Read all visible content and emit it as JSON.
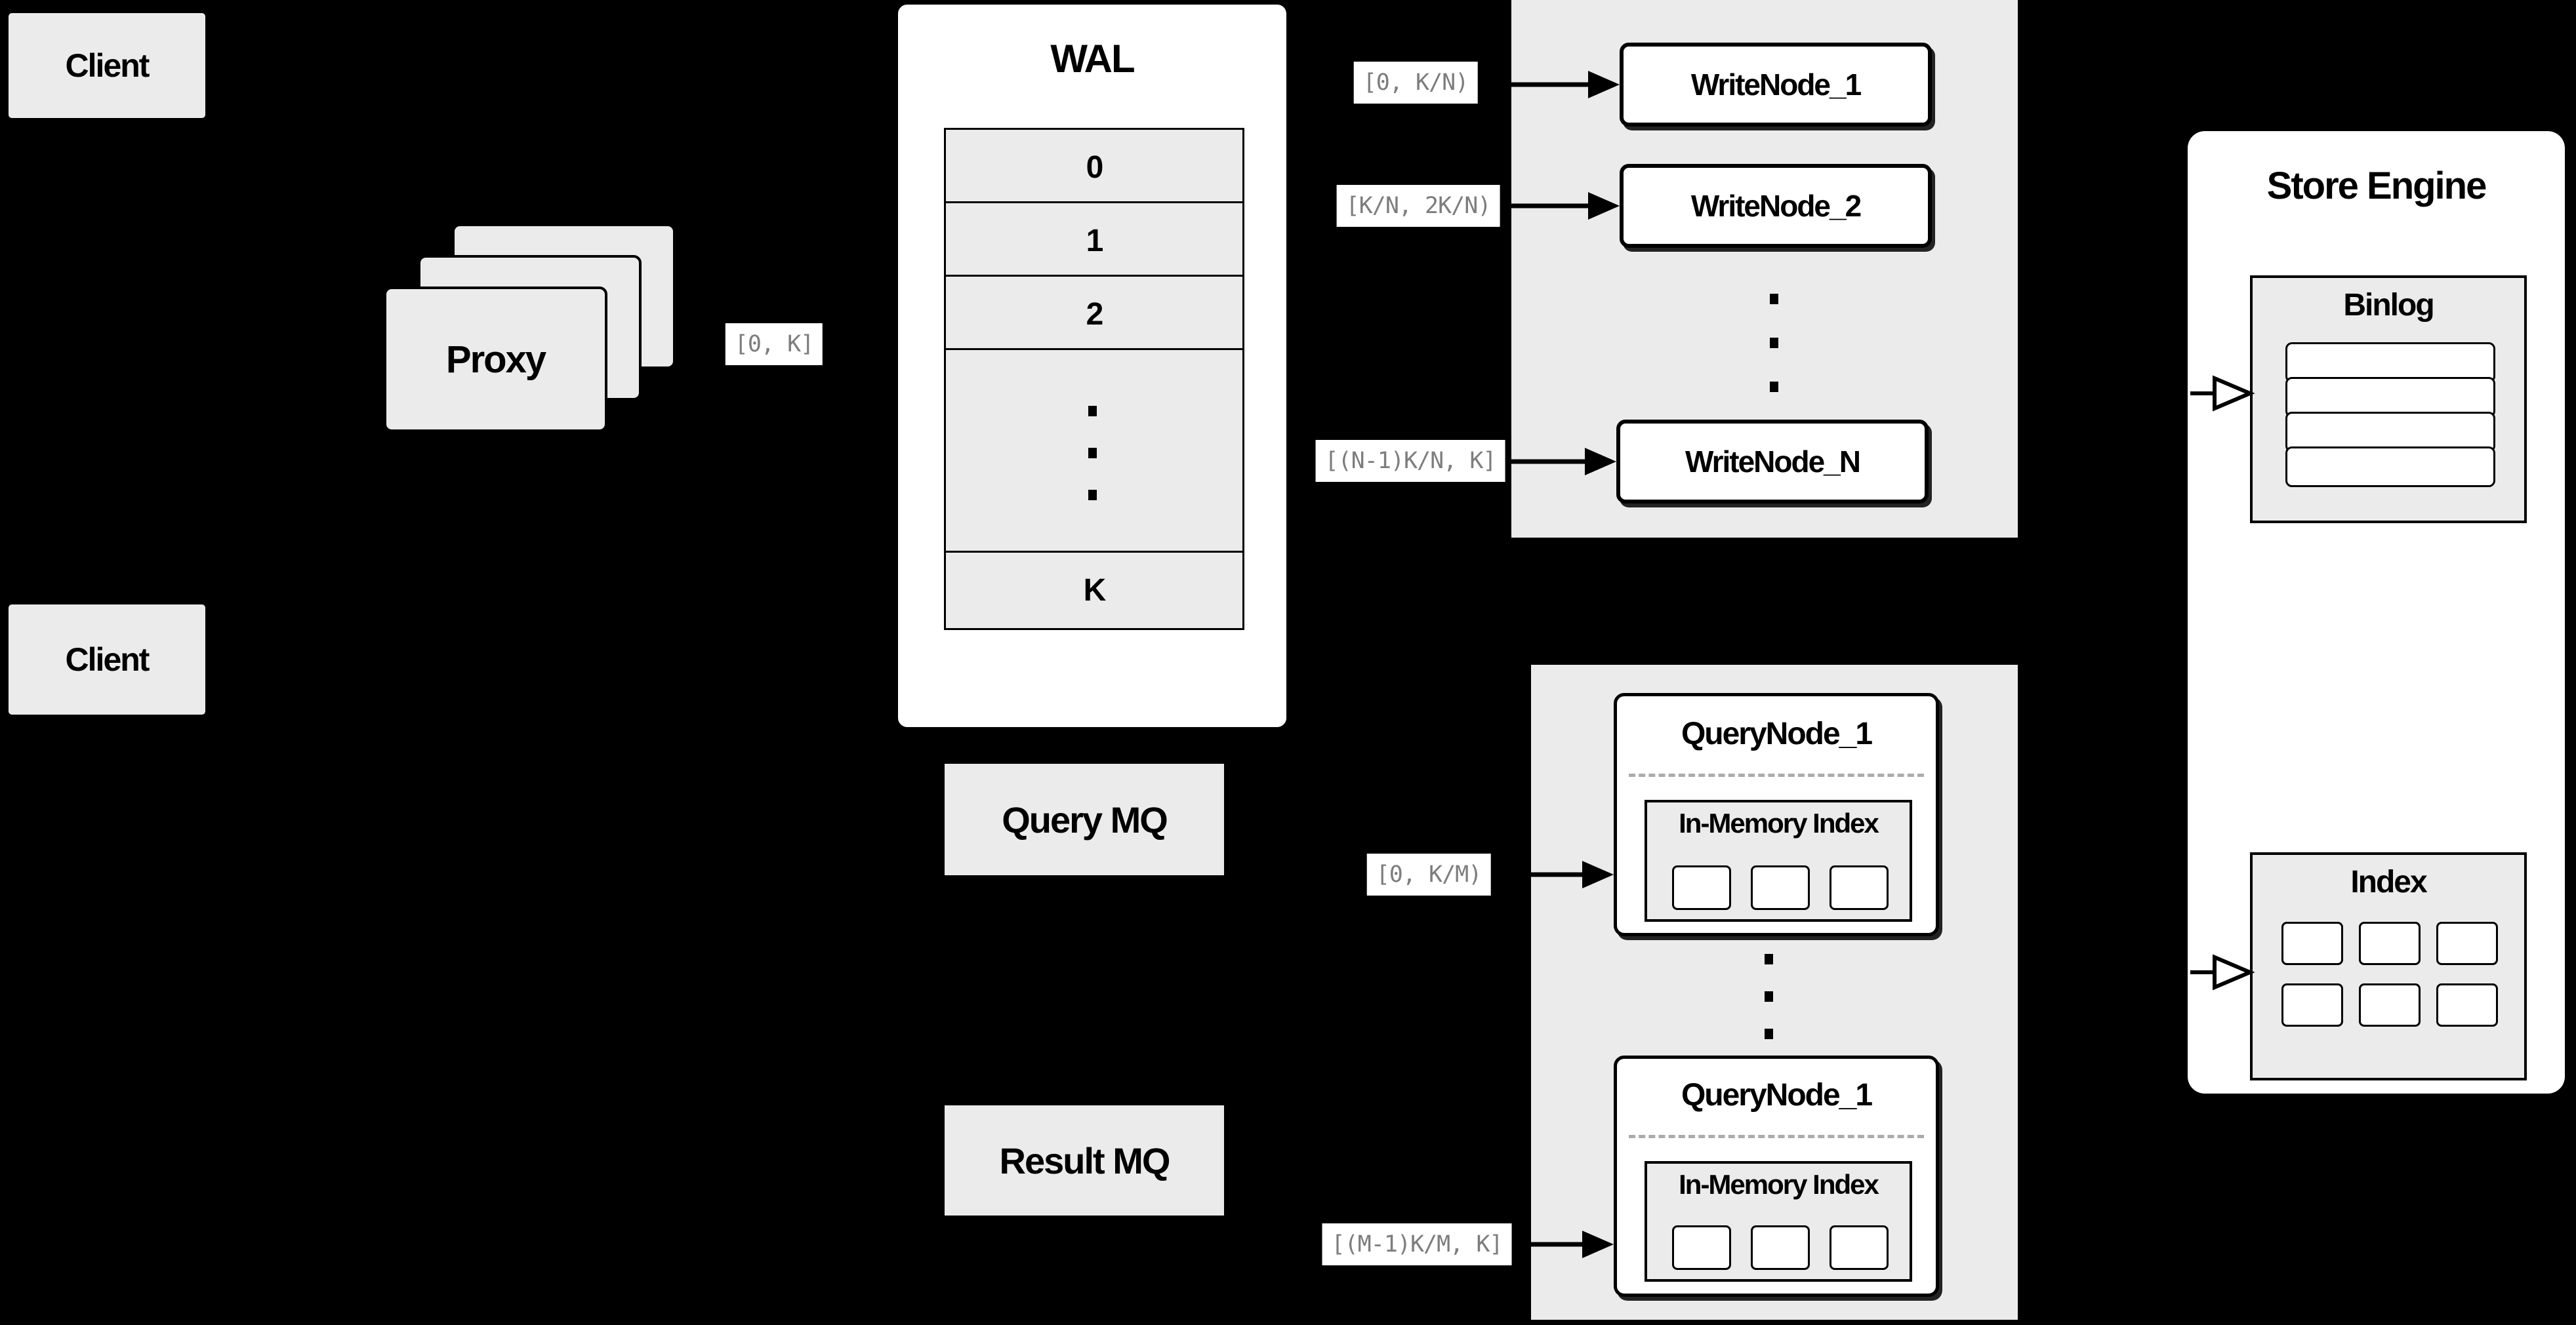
{
  "colors": {
    "background": "#000000",
    "panel_gray": "#ebebeb",
    "box_white": "#ffffff",
    "border_black": "#000000",
    "range_label_text": "#7d7d7d",
    "dashed_separator": "#ababab"
  },
  "clients": {
    "top": "Client",
    "bottom": "Client"
  },
  "proxy": {
    "label": "Proxy",
    "range": "[0, K]"
  },
  "wal": {
    "title": "WAL",
    "rows": [
      "0",
      "1",
      "2"
    ],
    "last_row": "K"
  },
  "write_group": {
    "nodes": [
      {
        "label": "WriteNode_1",
        "range": "[0, K/N)"
      },
      {
        "label": "WriteNode_2",
        "range": "[K/N, 2K/N)"
      },
      {
        "label": "WriteNode_N",
        "range": "[(N-1)K/N, K]"
      }
    ]
  },
  "store_engine": {
    "title": "Store Engine",
    "binlog": {
      "title": "Binlog",
      "row_count": 4
    },
    "index": {
      "title": "Index",
      "cell_count": 6
    }
  },
  "mq": {
    "query": "Query MQ",
    "result": "Result MQ"
  },
  "query_group": {
    "nodes": [
      {
        "label": "QueryNode_1",
        "inner_title": "In-Memory Index",
        "range": "[0, K/M)"
      },
      {
        "label": "QueryNode_1",
        "inner_title": "In-Memory Index",
        "range": "[(M-1)K/M, K]"
      }
    ]
  }
}
